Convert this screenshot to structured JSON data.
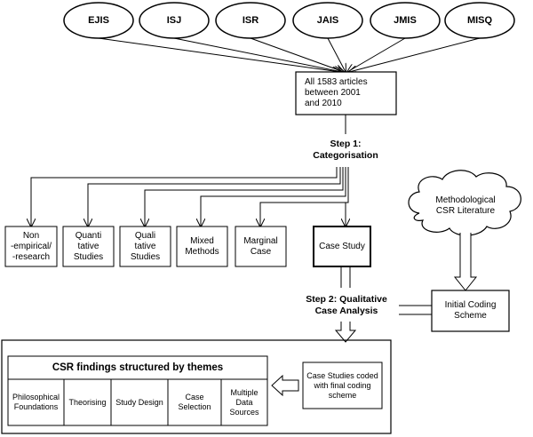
{
  "journals": [
    "EJIS",
    "ISJ",
    "ISR",
    "JAIS",
    "JMIS",
    "MISQ"
  ],
  "articles_box": [
    "All 1583 articles",
    "between 2001",
    "and 2010"
  ],
  "step1": [
    "Step 1:",
    "Categorisation"
  ],
  "categories": [
    [
      "Non",
      "-empirical/",
      "-research"
    ],
    [
      "Quanti",
      "tative",
      "Studies"
    ],
    [
      "Quali",
      "tative",
      "Studies"
    ],
    [
      "Mixed",
      "Methods"
    ],
    [
      "Marginal",
      "Case"
    ],
    [
      "Case Study"
    ]
  ],
  "literature_cloud": [
    "Methodological",
    "CSR Literature"
  ],
  "coding_scheme": [
    "Initial Coding",
    "Scheme"
  ],
  "step2": [
    "Step 2: Qualitative",
    "Case Analysis"
  ],
  "coded_box": [
    "Case Studies coded",
    "with final coding",
    "scheme"
  ],
  "themes_title": "CSR findings structured by themes",
  "themes": [
    [
      "Philosophical",
      "Foundations"
    ],
    [
      "Theorising"
    ],
    [
      "Study Design"
    ],
    [
      "Case",
      "Selection"
    ],
    [
      "Multiple",
      "Data Sources"
    ]
  ]
}
